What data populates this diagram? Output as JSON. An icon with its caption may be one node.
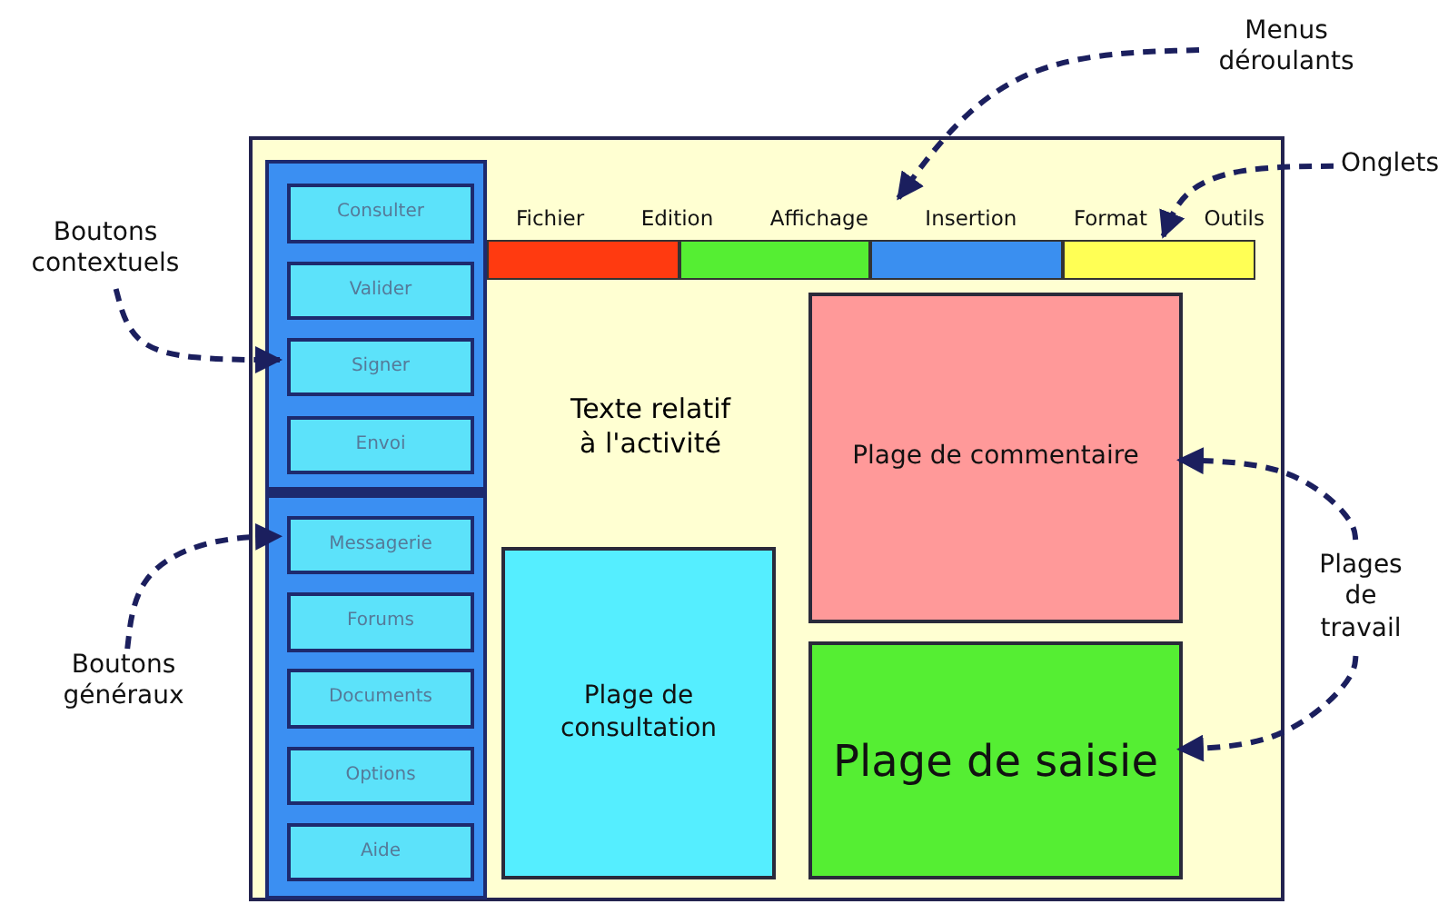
{
  "diagram": {
    "nodes": [
      {
        "text": [],
        "shape": "box"
      },
      {
        "text": [],
        "shape": "box",
        "in": 0
      },
      {
        "text": [
          "Consulter"
        ],
        "in": 1
      },
      {
        "text": [
          "Valider"
        ],
        "in": 1
      },
      {
        "text": [
          "Signer"
        ],
        "in": 1
      },
      {
        "text": [
          "Envoi"
        ],
        "in": 1
      },
      {
        "text": [],
        "shape": "box",
        "in": 0
      },
      {
        "text": [
          "Messagerie"
        ],
        "in": 6
      },
      {
        "text": [
          "Forums"
        ],
        "in": 6
      },
      {
        "text": [
          "Documents"
        ],
        "in": 6
      },
      {
        "text": [
          "Options"
        ],
        "in": 6
      },
      {
        "text": [
          "Aide"
        ],
        "in": 6
      },
      {
        "text": [
          "Fichier",
          "Edition",
          "Affichage",
          "Insertion",
          "Format",
          "Outils"
        ],
        "in": 0
      },
      {
        "text": [],
        "shape": "box",
        "in": 0
      },
      {
        "text": [],
        "shape": "box",
        "in": 0
      },
      {
        "text": [],
        "shape": "box",
        "in": 0
      },
      {
        "text": [],
        "shape": "box",
        "in": 0
      },
      {
        "text": [
          "Plage de commentaire"
        ],
        "in": 0
      },
      {
        "text": [
          "Plage de consultation"
        ],
        "in": 0
      },
      {
        "text": [
          "Plage de saisie"
        ],
        "in": 0
      },
      {
        "text": [
          "Boutons contextuels"
        ]
      },
      {
        "text": [
          "Boutons généraux"
        ]
      },
      {
        "text": [
          "Menus déroulants"
        ]
      },
      {
        "text": [
          "Onglets"
        ]
      },
      {
        "text": [
          "Plages de travail"
        ]
      }
    ],
    "edges": [
      {
        "from": 20,
        "to": 4,
        "arrow": "to",
        "style": "dashed"
      },
      {
        "from": 21,
        "to": 7,
        "arrow": "to",
        "style": "dashed"
      },
      {
        "from": 22,
        "to": 12,
        "arrow": "to",
        "style": "dashed"
      },
      {
        "from": 23,
        "to": 16,
        "arrow": "to",
        "style": "dashed"
      },
      {
        "from": 24,
        "to": 17,
        "arrow": "to",
        "style": "dashed"
      },
      {
        "from": 24,
        "to": 19,
        "arrow": "to",
        "style": "dashed"
      }
    ],
    "labels": [
      "Texte relatif à l'activité"
    ]
  }
}
